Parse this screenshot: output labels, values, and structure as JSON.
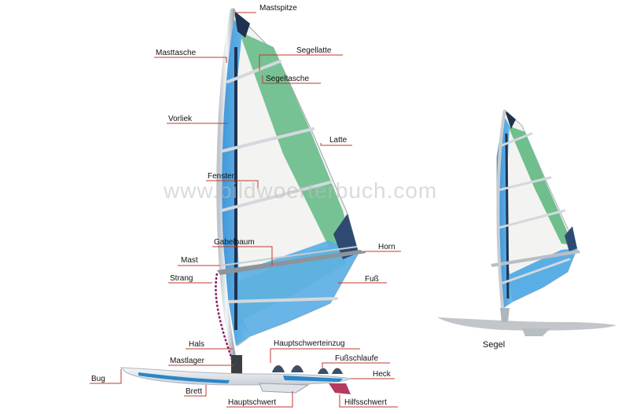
{
  "watermark": "www.bildwoerterbuch.com",
  "labels": {
    "mastspitze": "Mastspitze",
    "masttasche": "Masttasche",
    "segellatte": "Segellatte",
    "segeltasche": "Segeltasche",
    "vorliek": "Vorliek",
    "latte": "Latte",
    "fenster": "Fenster",
    "gabelbaum": "Gabelbaum",
    "horn": "Horn",
    "mast": "Mast",
    "fuss": "Fuß",
    "strang": "Strang",
    "hals": "Hals",
    "hauptschwerteinzug": "Hauptschwerteinzug",
    "mastlager": "Mastlager",
    "fussschlaufe": "Fußschlaufe",
    "bug": "Bug",
    "heck": "Heck",
    "brett": "Brett",
    "hauptschwert": "Hauptschwert",
    "hilfsschwert": "Hilfsschwert"
  },
  "caption": "Segel",
  "colors": {
    "leader": "#c0392b",
    "sail_blue": "#5aaee6",
    "sail_green": "#6fbf8e",
    "sail_white": "#f2f2f0",
    "sail_navy": "#1f3350",
    "board_white": "#e9ecef",
    "board_blue": "#2b86c8"
  }
}
